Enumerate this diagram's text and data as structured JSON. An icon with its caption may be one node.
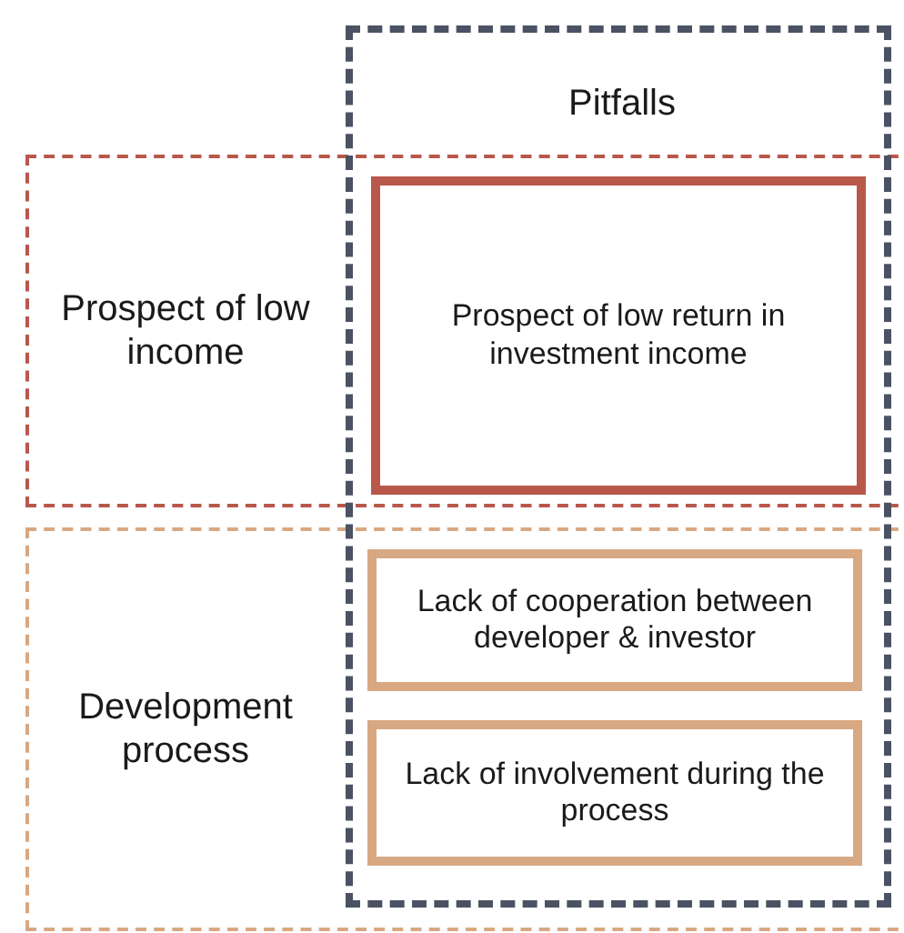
{
  "diagram": {
    "nodes": [
      {
        "text": [
          "Pitfalls"
        ]
      },
      {
        "text": [
          "Prospect of low income"
        ]
      },
      {
        "text": [
          "Prospect of low return in investment income"
        ]
      },
      {
        "text": [
          "Development process"
        ]
      },
      {
        "text": [
          "Lack of cooperation between developer & investor"
        ]
      },
      {
        "text": [
          "Lack of involvement during the process"
        ]
      }
    ]
  }
}
